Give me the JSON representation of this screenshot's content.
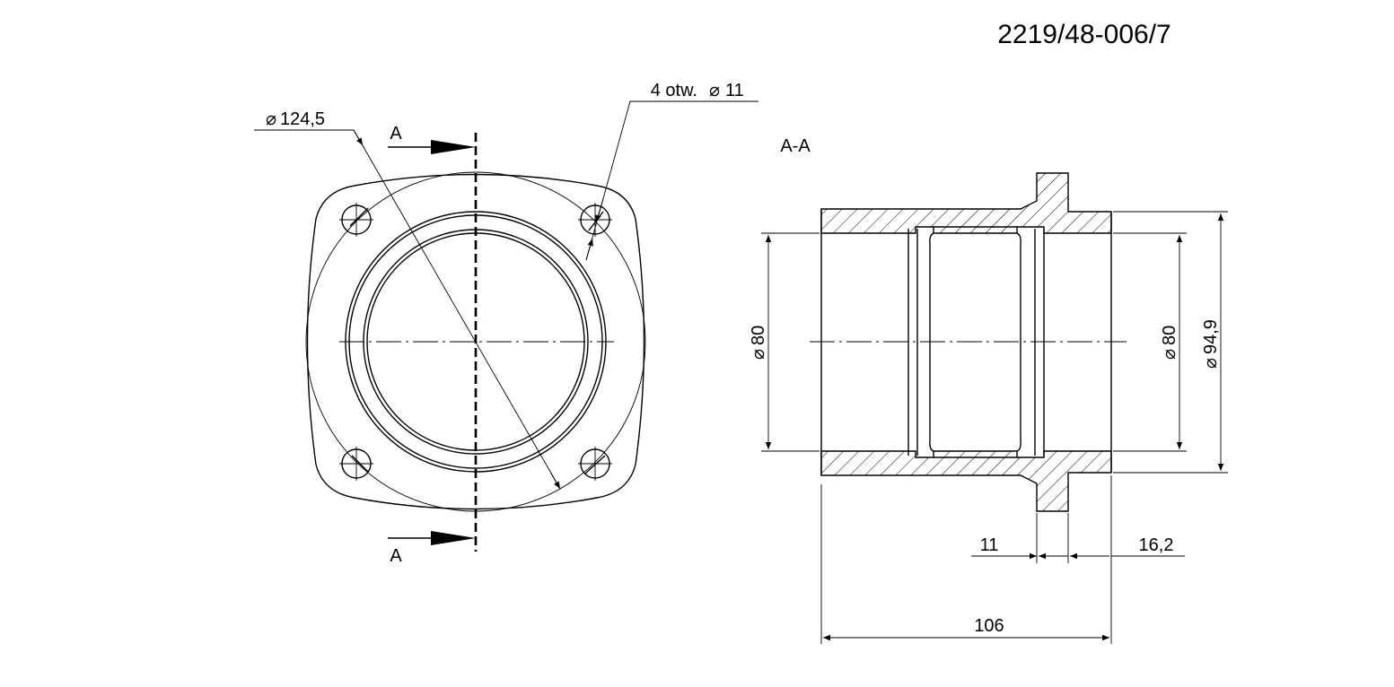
{
  "drawing_number": "2219/48-006/7",
  "front_view": {
    "dia_outer": "124,5",
    "holes": "4 otw. 11",
    "section_label_top": "A",
    "section_label_bottom": "A"
  },
  "section_view": {
    "title": "A-A",
    "dia_bore_left": "80",
    "dia_bore_right": "80",
    "dia_outer": "94,9",
    "dim_flange": "11",
    "dim_end": "16,2",
    "dim_length": "106"
  },
  "symbols": {
    "diameter": "⌀"
  }
}
